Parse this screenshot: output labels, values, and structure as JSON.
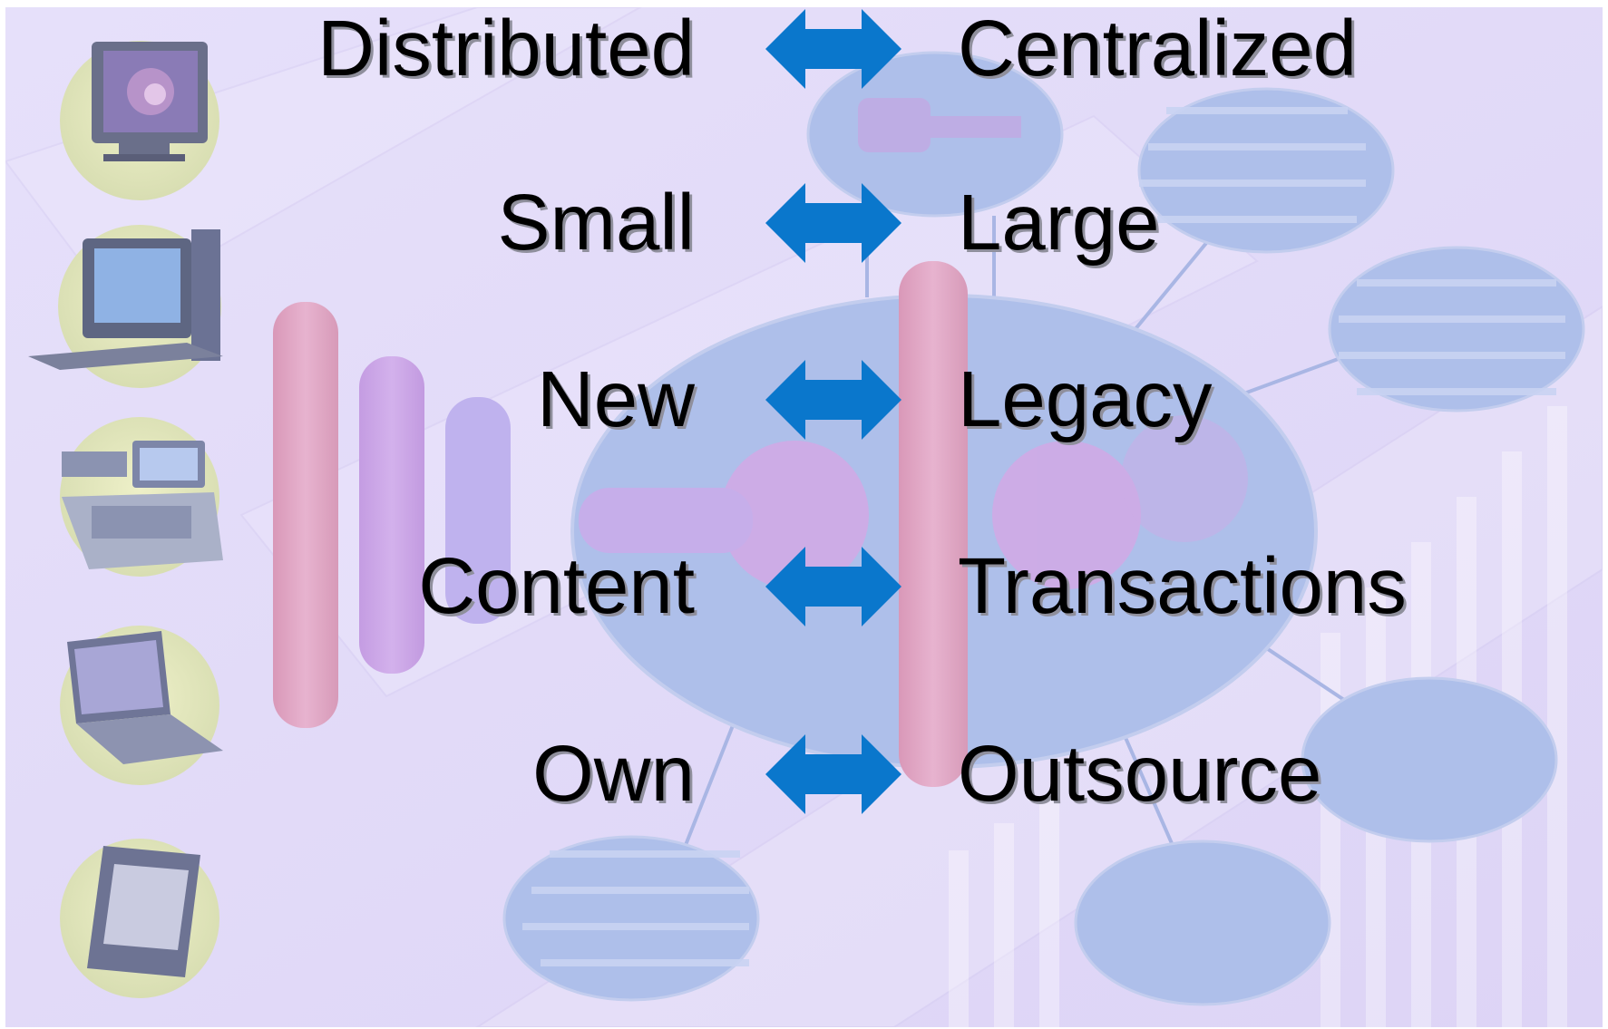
{
  "colors": {
    "background": "#e3dcf8",
    "arrow": "#0a77cc",
    "text": "#000000",
    "ellipse": "#aebfea",
    "pink_bar": "#e4aecb",
    "violet_bar": "#cfaae8"
  },
  "icons": [
    "monitor-icon",
    "desktop-computer-icon",
    "cash-register-icon",
    "laptop-icon",
    "pda-icon"
  ],
  "pairs": [
    {
      "left": "Distributed",
      "right": "Centralized"
    },
    {
      "left": "Small",
      "right": "Large"
    },
    {
      "left": "New",
      "right": "Legacy"
    },
    {
      "left": "Content",
      "right": "Transactions"
    },
    {
      "left": "Own",
      "right": "Outsource"
    }
  ]
}
